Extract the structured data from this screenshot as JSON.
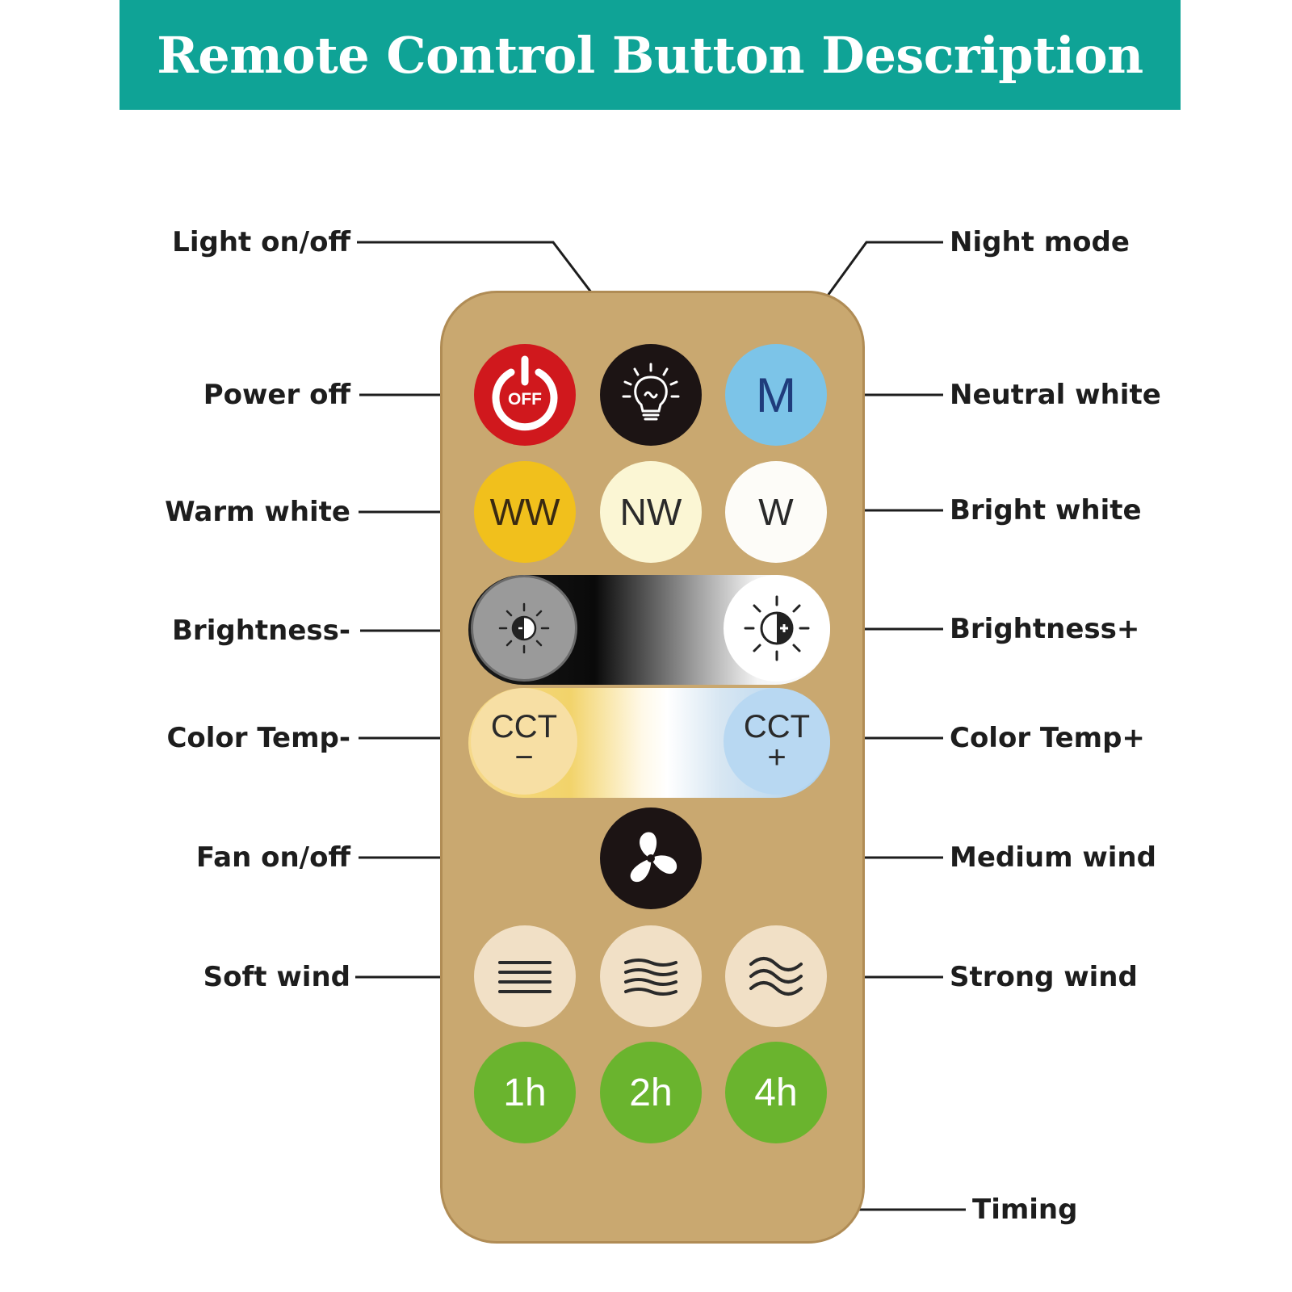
{
  "banner": {
    "title": "Remote Control Button Description"
  },
  "labels": {
    "light_onoff": "Light on/off",
    "night_mode": "Night mode",
    "power_off": "Power off",
    "neutral_white": "Neutral white",
    "warm_white": "Warm white",
    "bright_white": "Bright white",
    "brightness_minus": "Brightness-",
    "brightness_plus": "Brightness+",
    "color_temp_minus": "Color Temp-",
    "color_temp_plus": "Color Temp+",
    "fan_onoff": "Fan on/off",
    "medium_wind": "Medium wind",
    "soft_wind": "Soft wind",
    "strong_wind": "Strong wind",
    "timing": "Timing"
  },
  "buttons": {
    "off": "OFF",
    "m": "M",
    "ww": "WW",
    "nw": "NW",
    "w": "W",
    "cct": "CCT",
    "cct_minus": "−",
    "cct_plus": "+",
    "t1": "1h",
    "t2": "2h",
    "t4": "4h"
  },
  "colors": {
    "banner": "#0fa396",
    "remote_body": "#c9a870",
    "power_red": "#d0181d",
    "night_blue": "#7cc4e8",
    "warm_yellow": "#f1c01c",
    "neutral_cream": "#fbf6d4",
    "bright_white": "#fdfcf8",
    "wind_beige": "#f1e0c6",
    "timer_green": "#6ab42e",
    "icon_dark": "#1c1414"
  }
}
